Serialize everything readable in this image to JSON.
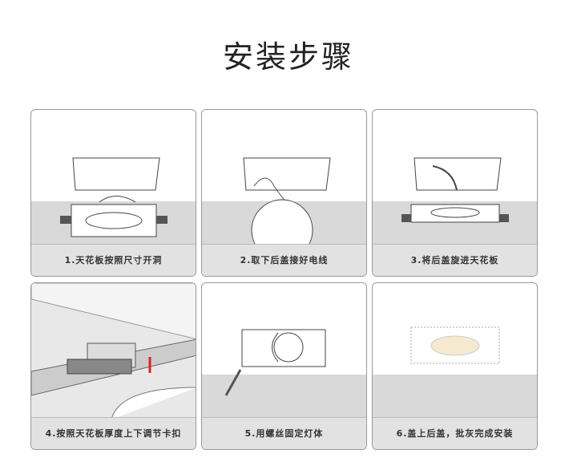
{
  "title": "安装步骤",
  "steps": [
    {
      "caption": "1.天花板按照尺寸开洞"
    },
    {
      "caption": "2.取下后盖接好电线"
    },
    {
      "caption": "3.将后盖旋进天花板"
    },
    {
      "caption": "4.按照天花板厚度上下调节卡扣"
    },
    {
      "caption": "5.用螺丝固定灯体"
    },
    {
      "caption": "6.盖上后盖，批灰完成安装"
    }
  ]
}
